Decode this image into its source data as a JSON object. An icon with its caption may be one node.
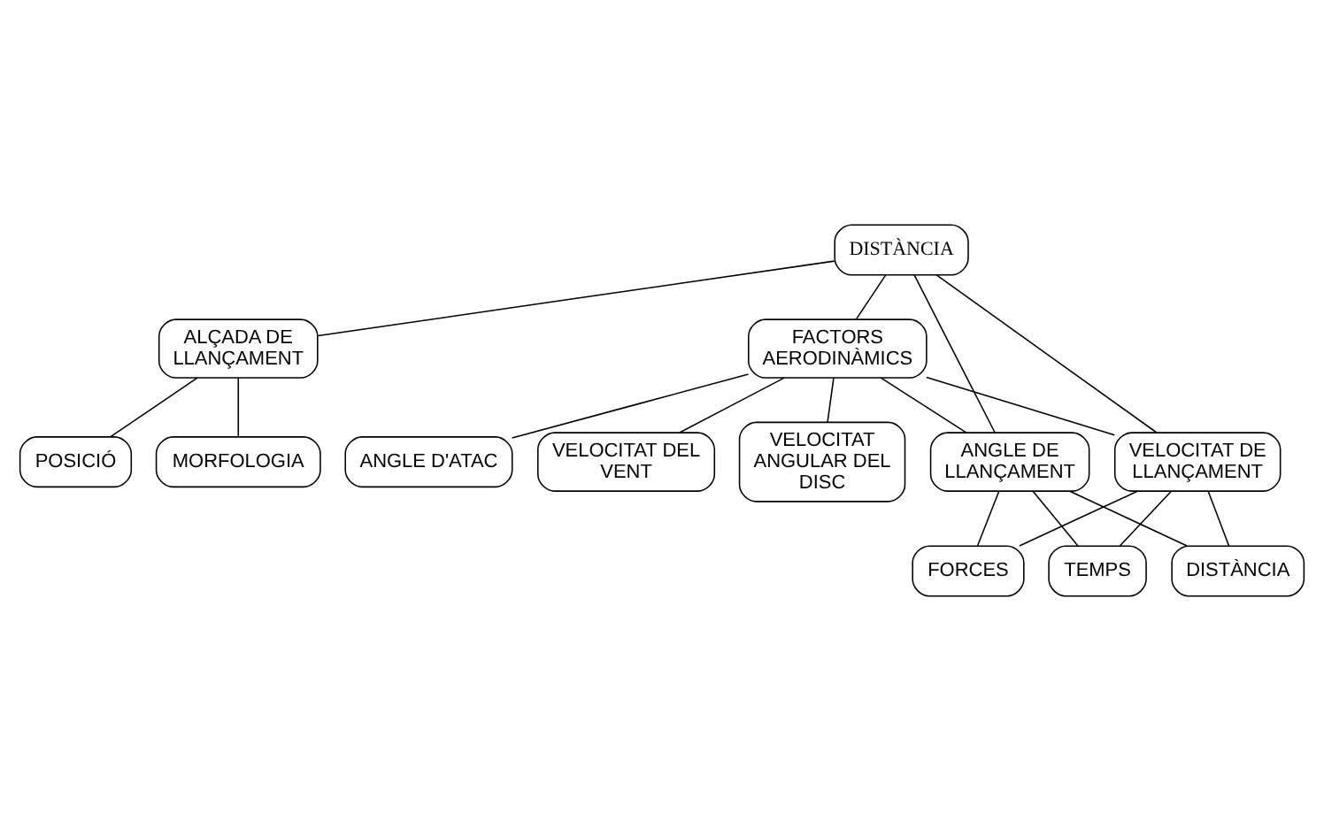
{
  "diagram": {
    "nodes": [
      {
        "text": [
          "DISTÀNCIA"
        ]
      },
      {
        "text": [
          "ALÇADA DE LLANÇAMENT"
        ]
      },
      {
        "text": [
          "FACTORS AERODINÀMICS"
        ]
      },
      {
        "text": [
          "MORFOLOGIA"
        ]
      },
      {
        "text": [
          "ANGLE D'ATAC"
        ]
      },
      {
        "text": [
          "POSICIÓ"
        ]
      },
      {
        "text": [
          "VELOCITAT DEL VENT"
        ]
      },
      {
        "text": [
          "VELOCITAT DE LLANÇAMENT"
        ]
      },
      {
        "text": [
          "ANGLE DE LLANÇAMENT"
        ]
      },
      {
        "text": [
          "VELOCITAT ANGULAR DEL DISC"
        ]
      },
      {
        "text": [
          "FORCES"
        ]
      },
      {
        "text": [
          "TEMPS"
        ]
      },
      {
        "text": [
          "DISTÀNCIA"
        ]
      }
    ],
    "edges": [
      {
        "from": 0,
        "to": 1,
        "arrow": "none"
      },
      {
        "from": 0,
        "to": 2,
        "arrow": "none"
      },
      {
        "from": 0,
        "to": 7,
        "arrow": "none"
      },
      {
        "from": 0,
        "to": 8,
        "arrow": "none"
      },
      {
        "from": 1,
        "to": 3,
        "arrow": "none"
      },
      {
        "from": 1,
        "to": 5,
        "arrow": "none"
      },
      {
        "from": 2,
        "to": 4,
        "arrow": "none"
      },
      {
        "from": 2,
        "to": 6,
        "arrow": "none"
      },
      {
        "from": 2,
        "to": 9,
        "arrow": "none"
      },
      {
        "from": 2,
        "to": 7,
        "arrow": "none"
      },
      {
        "from": 2,
        "to": 8,
        "arrow": "none"
      },
      {
        "from": 7,
        "to": 10,
        "arrow": "none"
      },
      {
        "from": 7,
        "to": 11,
        "arrow": "none"
      },
      {
        "from": 7,
        "to": 12,
        "arrow": "none"
      },
      {
        "from": 8,
        "to": 10,
        "arrow": "none"
      },
      {
        "from": 8,
        "to": 11,
        "arrow": "none"
      },
      {
        "from": 8,
        "to": 12,
        "arrow": "none"
      }
    ]
  }
}
